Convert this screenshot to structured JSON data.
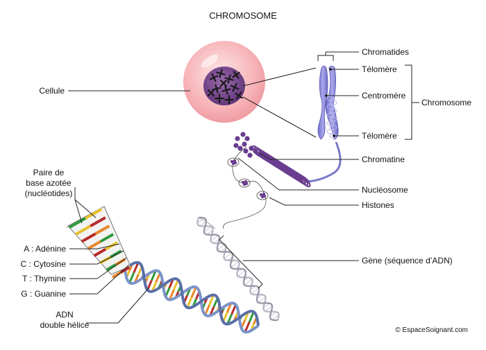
{
  "title": "CHROMOSOME",
  "labels": {
    "cellule": "Cellule",
    "chromatides": "Chromatides",
    "telomere_top": "Télomère",
    "centromere": "Centromère",
    "telomere_bottom": "Télomère",
    "chromosome": "Chromosome",
    "chromatine": "Chromatine",
    "nucleosome": "Nucléosome",
    "histones": "Histones",
    "gene": "Gène (séquence d’ADN)",
    "paire_line1": "Paire de",
    "paire_line2": "base azotée",
    "paire_line3": "(nucléotides)",
    "adenine": "A : Adénine",
    "cytosine": "C : Cytosine",
    "thymine": "T : Thymine",
    "guanine": "G : Guanine",
    "adn_line1": "ADN",
    "adn_line2": "double hélice"
  },
  "credit": "© EspaceSoignant.com",
  "colors": {
    "cell_outer": "#f7b4b8",
    "nucleus": "#7a4a8c",
    "chromosome": "#8a86d8",
    "chromatin": "#6a3d90",
    "backbone": "#7d93c8",
    "base_red": "#b72a2a",
    "base_yellow": "#e7c02a",
    "base_green": "#2d9a3a",
    "base_orange": "#e6862a",
    "gene_dna": "#b9b9c6"
  }
}
